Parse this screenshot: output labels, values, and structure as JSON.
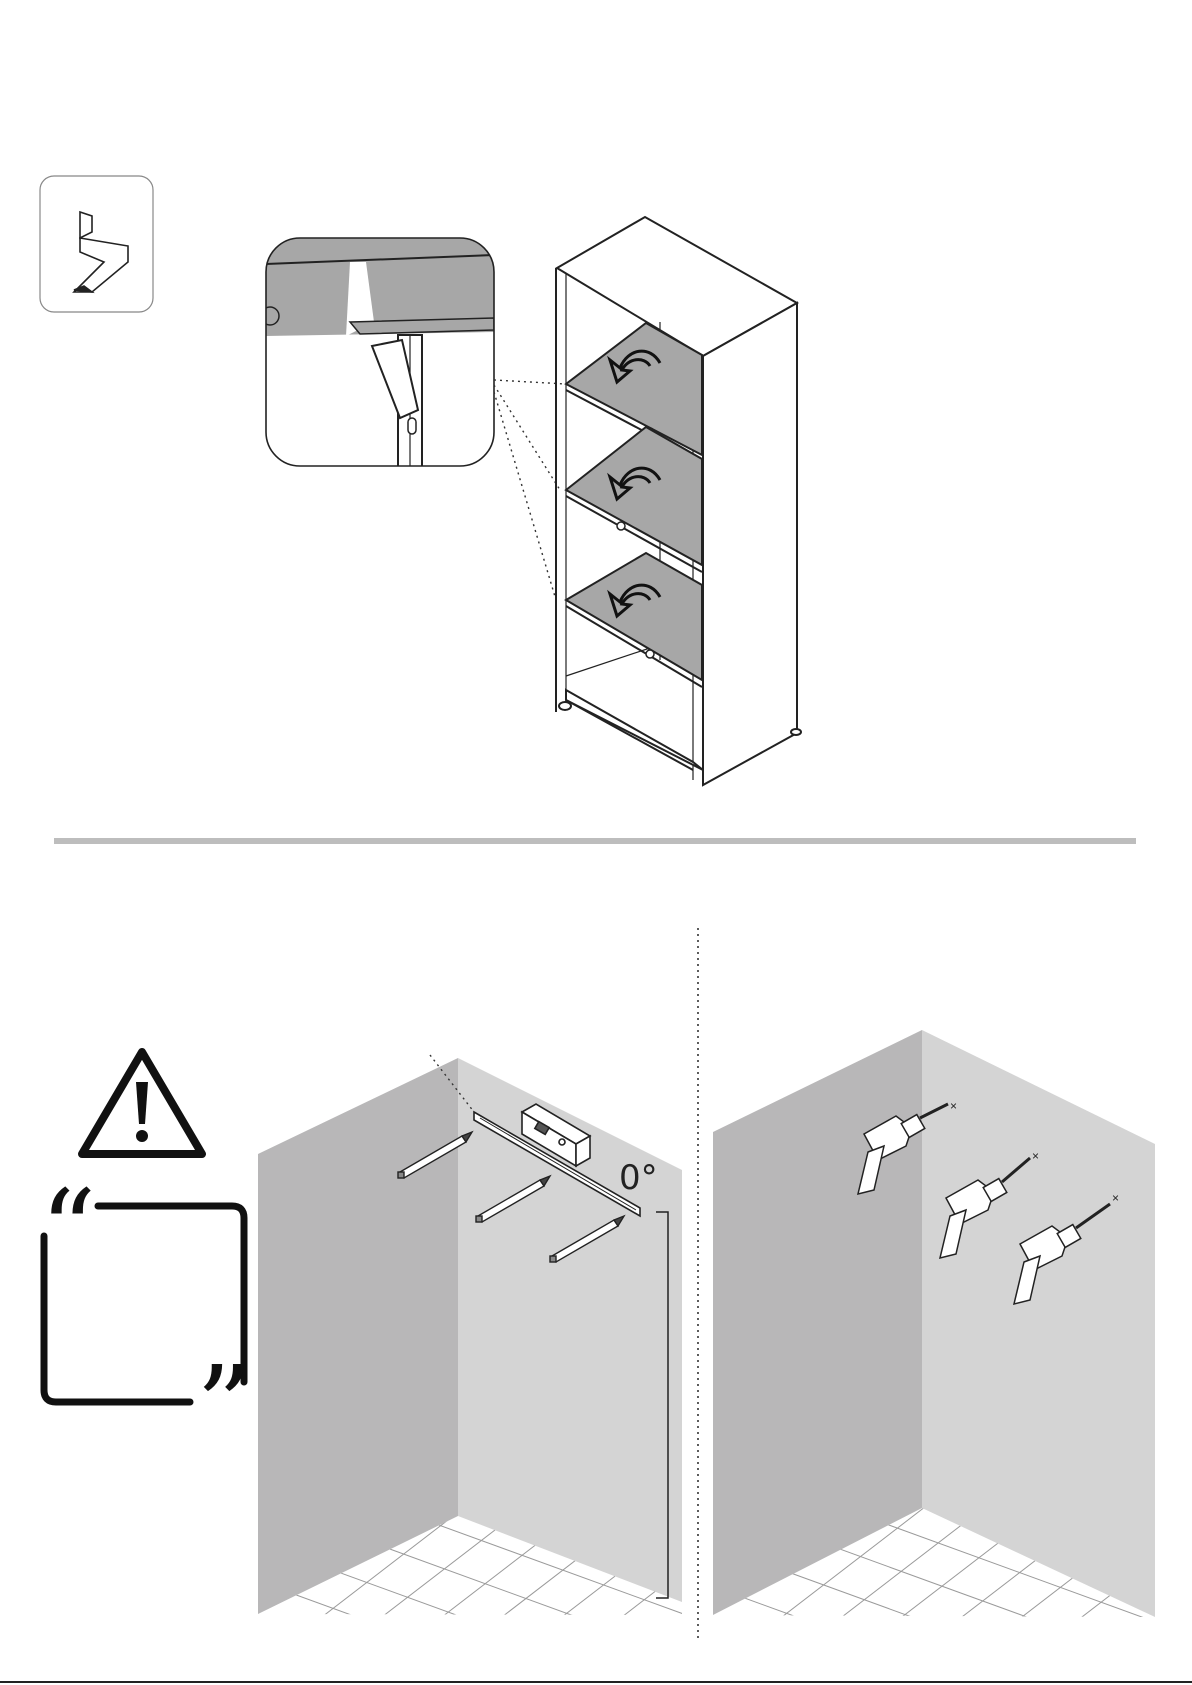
{
  "page": {
    "title": ""
  },
  "step_a": {
    "part_icon": "shelf-support-clip-icon",
    "detail_view": "shelf-clip-closeup",
    "action_icon": "rotate-arrow-icon",
    "shelves": 3
  },
  "step_b": {
    "warning_icon": "warning-triangle-icon",
    "speech_icon": "quote-bubble-icon",
    "level_reading": "0°",
    "tools": [
      "spirit-level-icon",
      "pencil-icon"
    ],
    "mark_count": 3
  },
  "step_c": {
    "tool": "drill-icon",
    "hole_count": 3
  },
  "colors": {
    "divider": "#bdbdbd",
    "wall_dark": "#b8b7b8",
    "wall_light": "#d4d4d4",
    "shelf_fill": "#a7a7a7",
    "line": "#222222"
  }
}
